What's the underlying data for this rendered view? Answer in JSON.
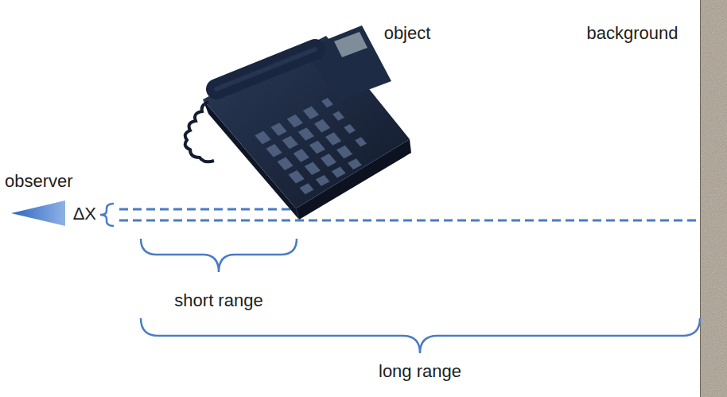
{
  "diagram": {
    "labels": [
      "object",
      "background",
      "observer",
      "ΔX",
      "short range",
      "long range"
    ]
  }
}
